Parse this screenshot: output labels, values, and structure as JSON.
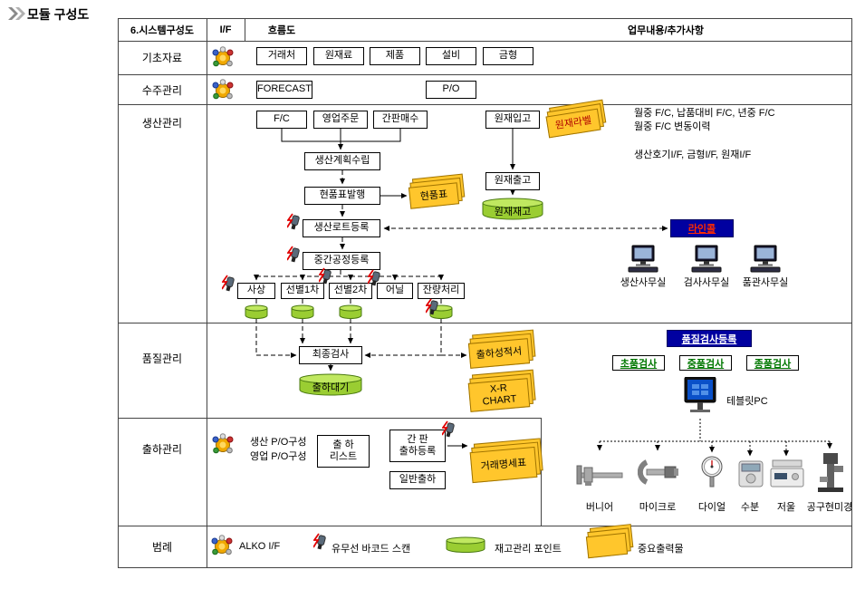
{
  "page_title": "모듈 구성도",
  "header": {
    "system": "6.시스템구성도",
    "if_col": "I/F",
    "flow": "흐름도",
    "work": "업무내용/추가사항"
  },
  "basic": {
    "label": "기초자료",
    "boxes": [
      "거래처",
      "원재료",
      "제품",
      "설비",
      "금형"
    ]
  },
  "order": {
    "label": "수주관리",
    "forecast": "FORECAST",
    "po": "P/O"
  },
  "production": {
    "label": "생산관리",
    "fc": "F/C",
    "sales_order": "영업주문",
    "kanban_count": "간판매수",
    "material_in": "원재입고",
    "material_label_doc": "원재라벨",
    "plan": "생산계획수립",
    "tag_issue": "현품표발행",
    "tag_doc": "현품표",
    "material_out": "원재출고",
    "material_stock": "원재재고",
    "lot_register": "생산로트등록",
    "line_call": "라인콜",
    "mid_process": "중간공정등록",
    "processes": [
      "사상",
      "선별1차",
      "선별2차",
      "어닐",
      "잔량처리"
    ],
    "offices": [
      "생산사무실",
      "검사사무실",
      "품관사무실"
    ],
    "note1": "월중 F/C, 납품대비 F/C, 년중 F/C",
    "note2": "월중 F/C 변동이력",
    "note3": "생산호기I/F, 금형I/F, 원재I/F"
  },
  "quality": {
    "label": "품질관리",
    "final_inspection": "최종검사",
    "ship_wait": "출하대기",
    "ship_report_doc": "출하성적서",
    "xr_chart_doc": "X-R\nCHART",
    "quality_register": "품질검사등록",
    "inspections": [
      "초품검사",
      "중품검사",
      "종품검사"
    ],
    "tablet": "테블릿PC",
    "instruments": [
      "버니어",
      "마이크로",
      "다이얼",
      "수분",
      "저울",
      "공구현미경"
    ]
  },
  "shipping": {
    "label": "출하관리",
    "po_line1": "생산 P/O구성",
    "po_line2": "영업 P/O구성",
    "ship_list": "출  하\n리스트",
    "kanban_ship": "간  판\n출하등록",
    "general_ship": "일반출하",
    "invoice_doc": "거래명세표"
  },
  "legend": {
    "label": "범례",
    "alko": "ALKO I/F",
    "scan": "유무선 바코드 스캔",
    "stock": "재고관리 포인트",
    "doc": "중요출력물"
  },
  "colors": {
    "doc_yellow": "#FFC62C",
    "stock_green": "#9ACD32",
    "blue_box": "#0000A0",
    "line_call_text": "#FF2A00",
    "inspection_text": "#007700"
  }
}
